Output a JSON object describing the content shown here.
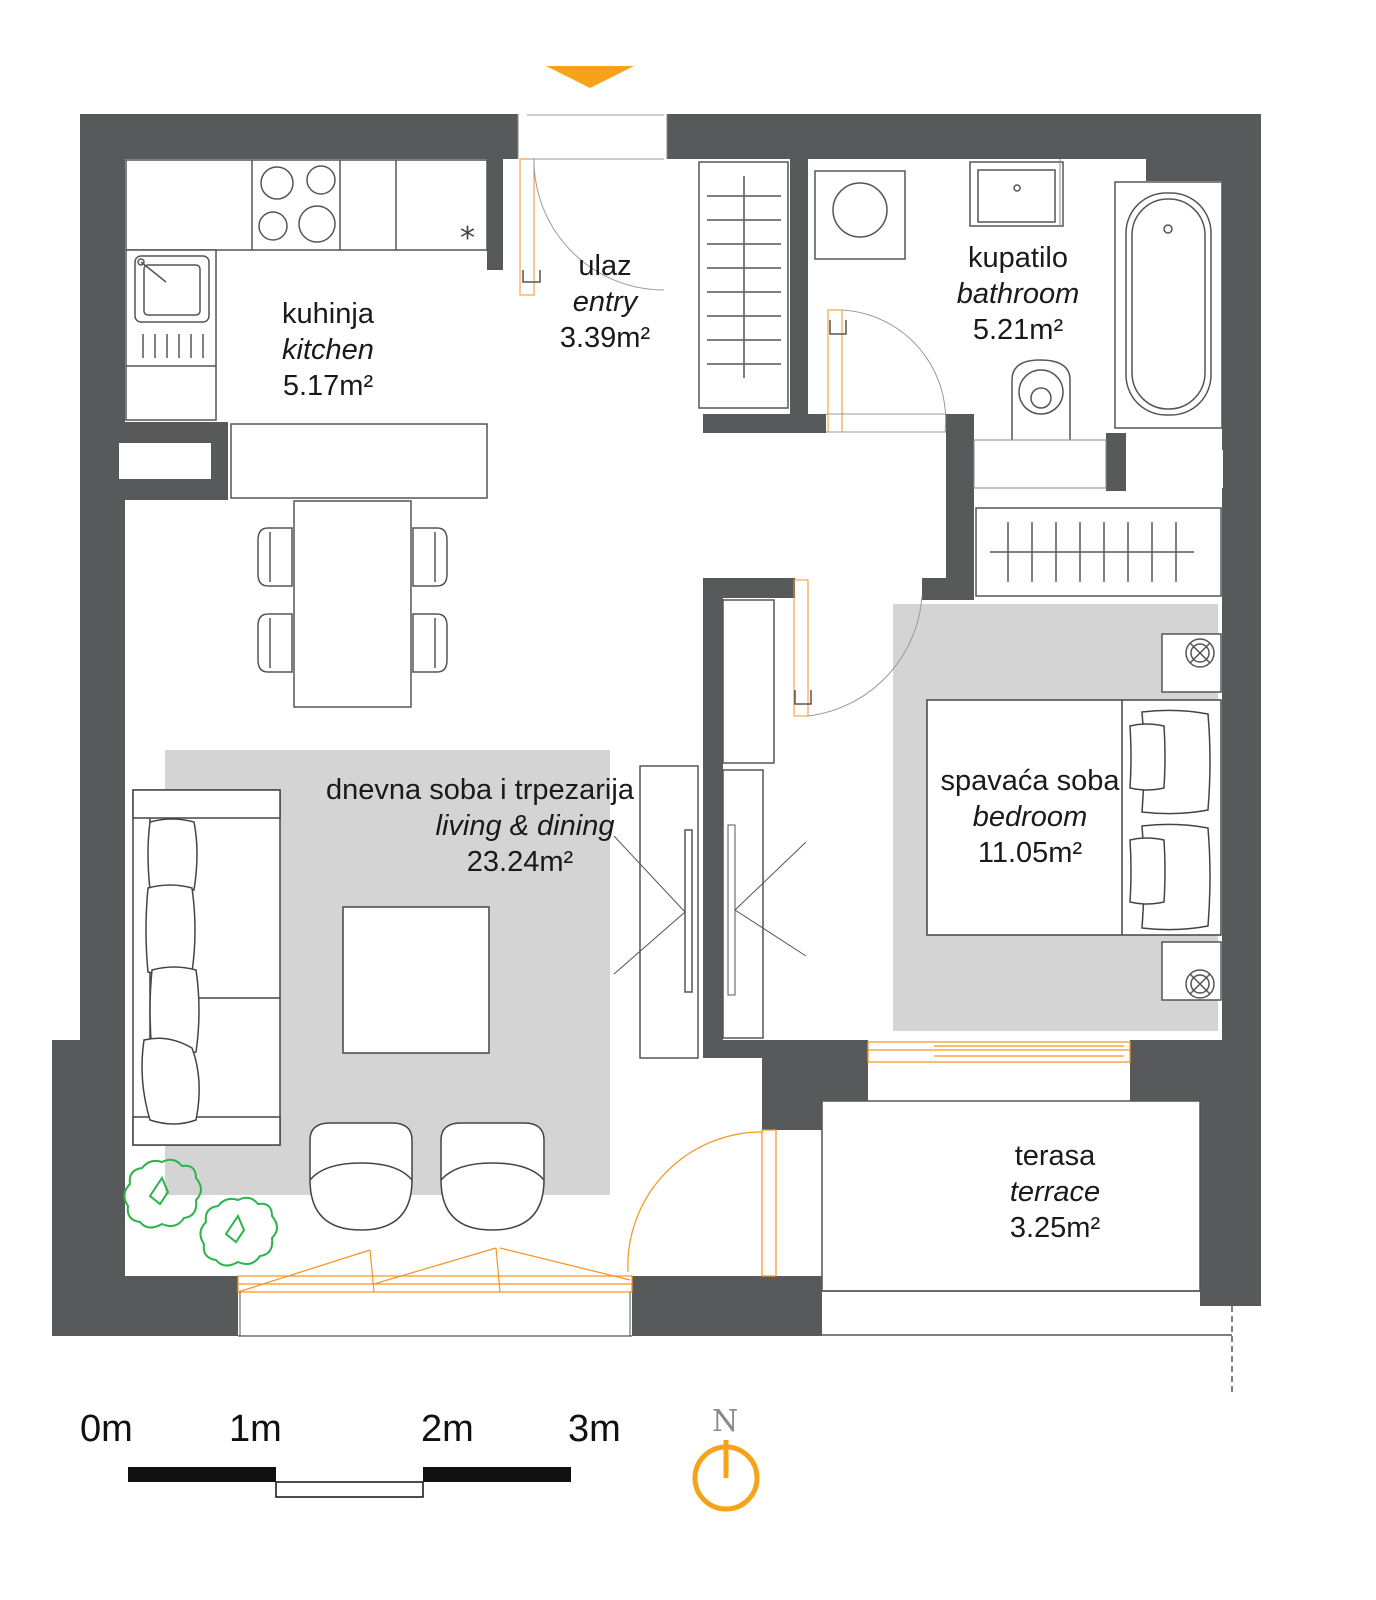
{
  "rooms": {
    "entry": {
      "sr": "ulaz",
      "en": "entry",
      "area": "3.39m²"
    },
    "kitchen": {
      "sr": "kuhinja",
      "en": "kitchen",
      "area": "5.17m²"
    },
    "bathroom": {
      "sr": "kupatilo",
      "en": "bathroom",
      "area": "5.21m²"
    },
    "living": {
      "sr": "dnevna soba i trpezarija",
      "en": "living & dining",
      "area": "23.24m²"
    },
    "bedroom": {
      "sr": "spavaća soba",
      "en": "bedroom",
      "area": "11.05m²"
    },
    "terrace": {
      "sr": "terasa",
      "en": "terrace",
      "area": "3.25m²"
    }
  },
  "scale": {
    "labels": [
      "0m",
      "1m",
      "2m",
      "3m"
    ]
  },
  "north": {
    "label": "N"
  },
  "colors": {
    "wall": "#58595b",
    "rug": "#d4d4d4",
    "door": "#f7931e",
    "plant": "#2db34a",
    "line": "#333333",
    "accent": "#f7a21b"
  }
}
